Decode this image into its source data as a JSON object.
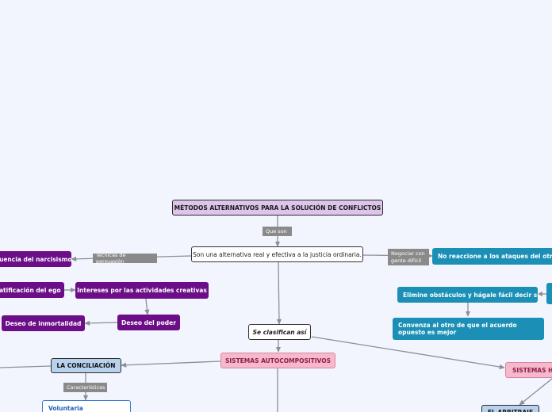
{
  "nodes": {
    "root": "MÉTODOS ALTERNATIVOS PARA LA SOLUCIÓN DE CONFLICTOS",
    "definition": "Son una alternativa real y efectiva a la justicia ordinaria.",
    "classified": "Se clasifican así",
    "autocompositivos": "SISTEMAS AUTOCOMPOSITIVOS",
    "heterocompositivos": "SISTEMAS HE",
    "conciliacion": "LA CONCILIACIÓN",
    "voluntaria": "Voluntaria",
    "arbitraje": "EL ARBITRAJE",
    "narcisismo": "uencia del narcisismo",
    "gratificacion": "atificación del ego",
    "intereses": "Intereses por las actividades creativas",
    "poder": "Deseo del poder",
    "inmortalidad": "Deseo de inmortalidad",
    "no_reaccione": "No reaccione a los ataques del otro",
    "elimine": "Elimine obstáculos y hágale fácil decir sí",
    "convenza": "Convenza al otro de que el acuerdo opuesto es mejor"
  },
  "labels": {
    "que_son": "Que son",
    "tecnicas": "Técnicas de persuasión",
    "negociar": "Negociar con gente difícil",
    "caracteristicas": "Características"
  },
  "colors": {
    "root_fill": "#dcc4ea",
    "purple": "#6b0e87",
    "teal": "#1b8fb5",
    "pink": "#f6b8cc",
    "blue": "#b8d2ee",
    "line": "#8b8f96",
    "background": "#f3f5fe"
  }
}
